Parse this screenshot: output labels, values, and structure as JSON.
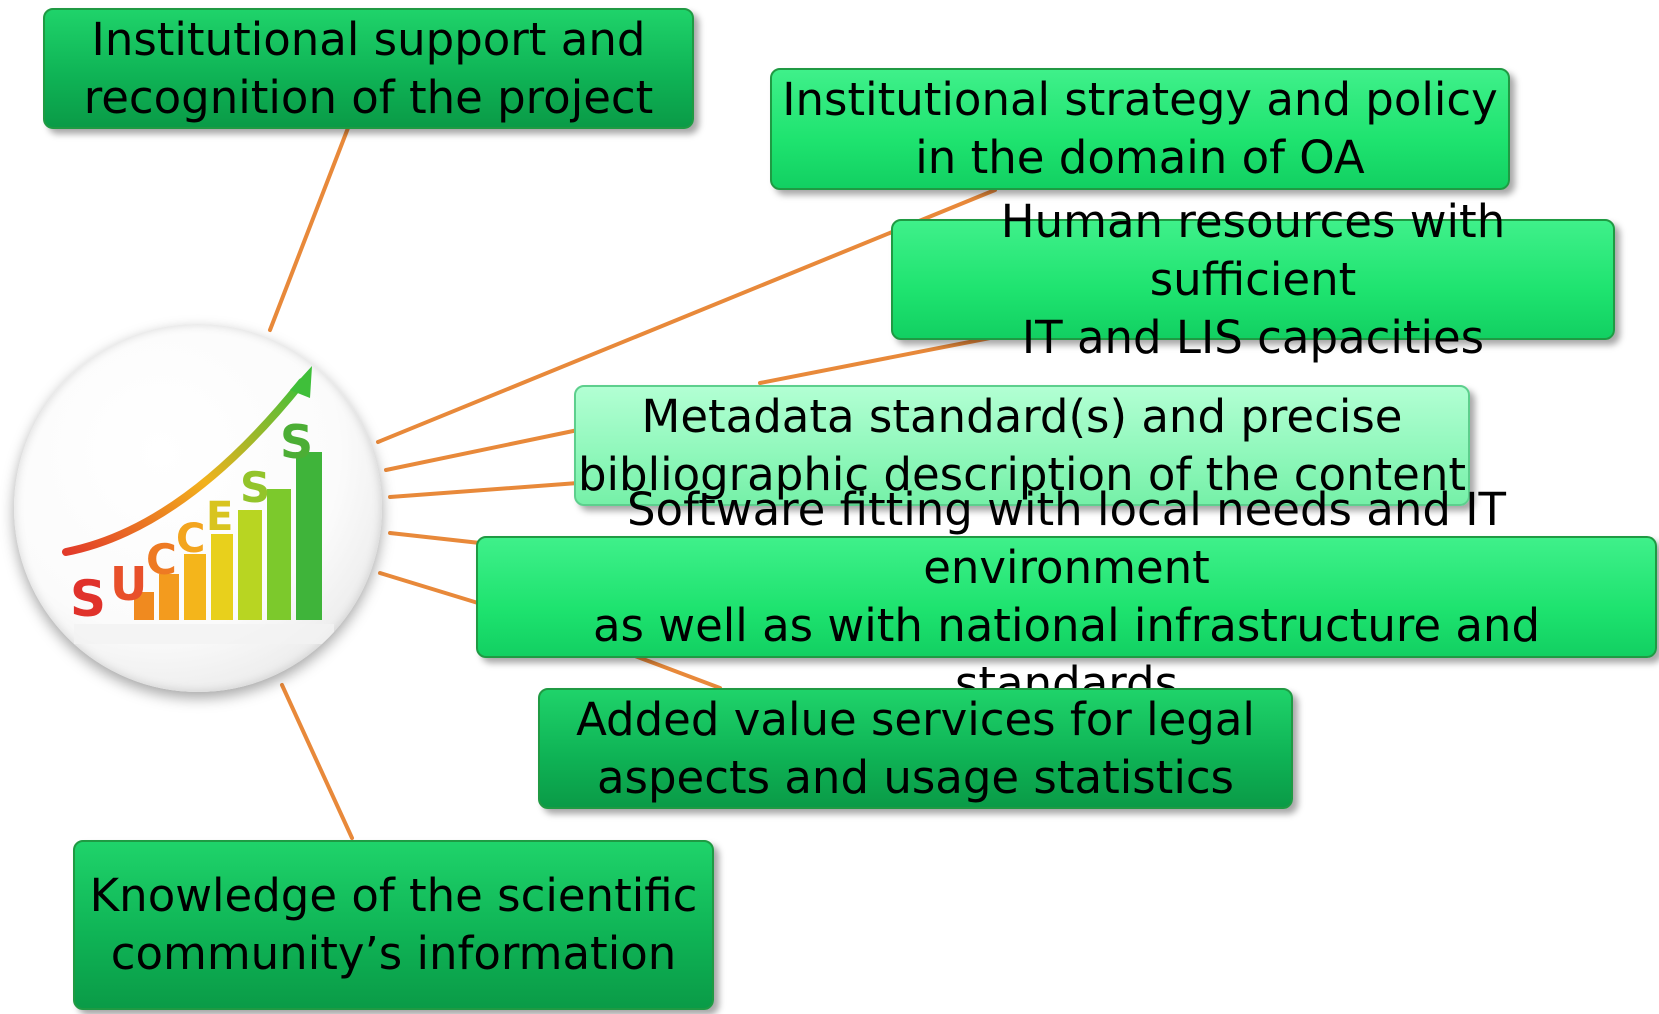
{
  "hub": {
    "image_label": "SUCCESS",
    "icon": "success-bar-chart-icon"
  },
  "boxes": {
    "institutional_support": "Institutional support and\nrecognition of the project",
    "institutional_strategy": "Institutional strategy and policy\nin the domain of  OA",
    "human_resources": "Human resources with sufficient\nIT and LIS capacities",
    "metadata": "Metadata standard(s)  and precise\nbibliographic description of the content",
    "software": "Software fitting with local needs and IT environment\nas well as with national infrastructure and standards",
    "added_value": "Added value services for legal\naspects and usage  statistics",
    "knowledge": "Knowledge of the scientific\ncommunity’s information"
  },
  "colors": {
    "connector": "#e8893a",
    "box_dark": "#0fb456",
    "box_bright": "#1ee36f",
    "box_light": "#8ef7ba"
  }
}
